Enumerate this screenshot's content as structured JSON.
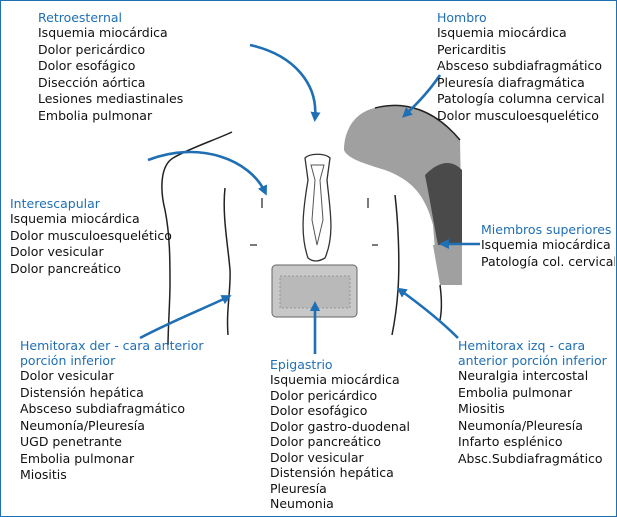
{
  "colors": {
    "label": "#1f6fb5",
    "text": "#111111",
    "arrow": "#1f6fb5",
    "shade_light": "#a0a0a0",
    "shade_dark": "#4a4a4a",
    "epi_fill": "#c8c8c8"
  },
  "regions": {
    "retroesternal": {
      "title": "Retroesternal",
      "items": [
        "Isquemia miocárdica",
        "Dolor pericárdico",
        "Dolor esofágico",
        "Disección aórtica",
        "Lesiones mediastinales",
        "Embolia pulmonar"
      ]
    },
    "hombro": {
      "title": "Hombro",
      "items": [
        "Isquemia miocárdica",
        "Pericarditis",
        "Absceso subdiafragmático",
        "Pleuresía diafragmática",
        "Patología columna cervical",
        "Dolor musculoesquelético"
      ]
    },
    "interescapular": {
      "title": "Interescapular",
      "items": [
        "Isquemia miocárdica",
        "Dolor musculoesquelético",
        "Dolor vesicular",
        "Dolor pancreático"
      ]
    },
    "miembros": {
      "title": "Miembros superiores",
      "items": [
        "Isquemia miocárdica",
        "Patología col. cervical"
      ]
    },
    "hemi_der": {
      "title_line1": "Hemitorax der - cara anterior",
      "title_line2": "porción inferior",
      "items": [
        "Dolor vesicular",
        "Distensión hepática",
        "Absceso subdiafragmático",
        "Neumonía/Pleuresía",
        "UGD penetrante",
        "Embolia pulmonar",
        "Miositis"
      ]
    },
    "epigastrio": {
      "title": "Epigastrio",
      "items": [
        "Isquemia miocárdica",
        "Dolor pericárdico",
        "Dolor esofágico",
        "Dolor gastro-duodenal",
        "Dolor pancreático",
        "Dolor vesicular",
        "Distensión hepática",
        "Pleuresía",
        "Neumonia"
      ]
    },
    "hemi_izq": {
      "title_line1": "Hemitorax izq - cara",
      "title_line2": "anterior porción inferior",
      "items": [
        "Neuralgia intercostal",
        "Embolia pulmonar",
        "Miositis",
        "Neumonía/Pleuresía",
        "Infarto esplénico",
        "Absc.Subdiafragmático"
      ]
    }
  }
}
